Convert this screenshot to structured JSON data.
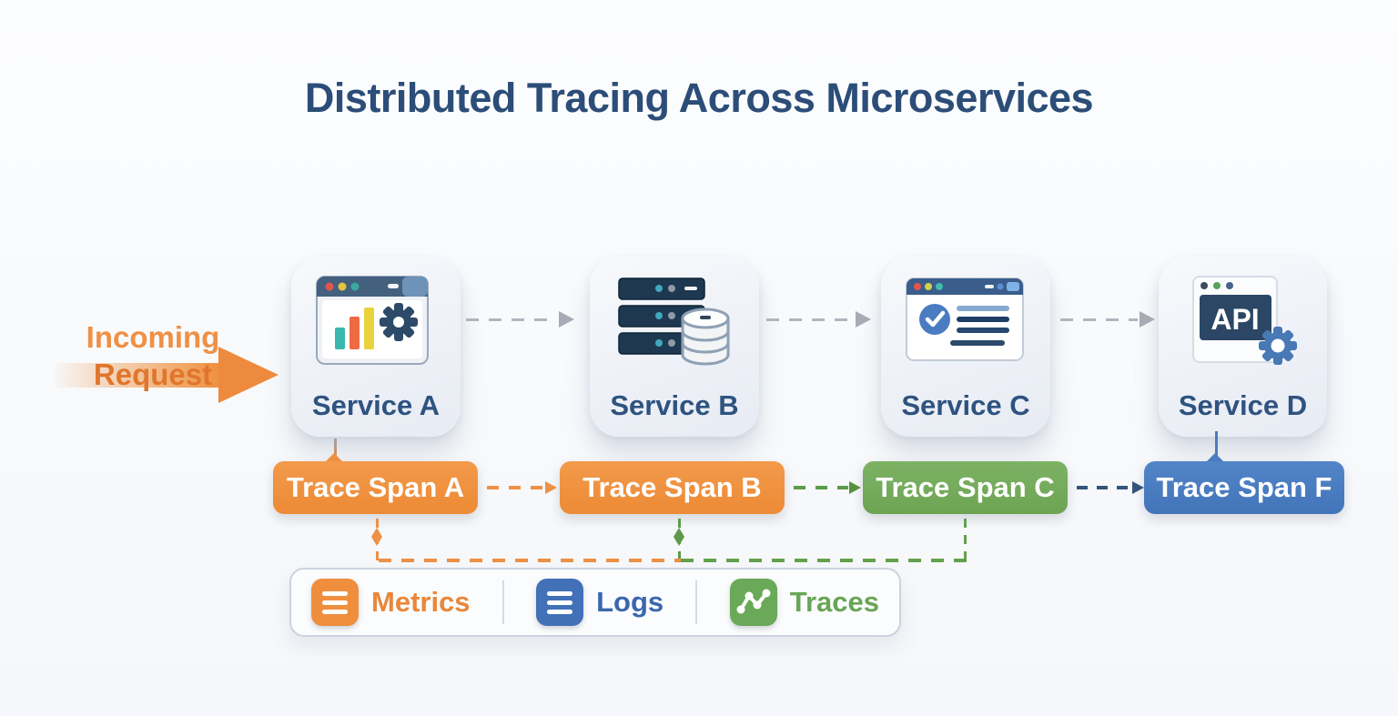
{
  "title": "Distributed Tracing Across Microservices",
  "incoming_request": {
    "line1": "Incoming",
    "line2": "Request"
  },
  "services": [
    {
      "label": "Service A"
    },
    {
      "label": "Service B"
    },
    {
      "label": "Service C"
    },
    {
      "label": "Service D",
      "badge": "API"
    }
  ],
  "trace_spans": [
    {
      "label": "Trace Span A",
      "color": "#ed8a35"
    },
    {
      "label": "Trace Span B",
      "color": "#ed8a35"
    },
    {
      "label": "Trace Span C",
      "color": "#6da454"
    },
    {
      "label": "Trace Span F",
      "color": "#4374b9"
    }
  ],
  "telemetry": {
    "items": [
      {
        "label": "Metrics",
        "color": "#e8873b"
      },
      {
        "label": "Logs",
        "color": "#3a67ae"
      },
      {
        "label": "Traces",
        "color": "#68a557"
      }
    ]
  },
  "colors": {
    "title_navy": "#2c4d78",
    "service_label": "#2e5380",
    "incoming_orange": "#ee8a3d",
    "gray_dash": "#b1b5bd",
    "orange_dash": "#ec9146",
    "green_dash": "#5d9a49",
    "navy_dash": "#35547c",
    "bar_border": "#ccd3de"
  }
}
